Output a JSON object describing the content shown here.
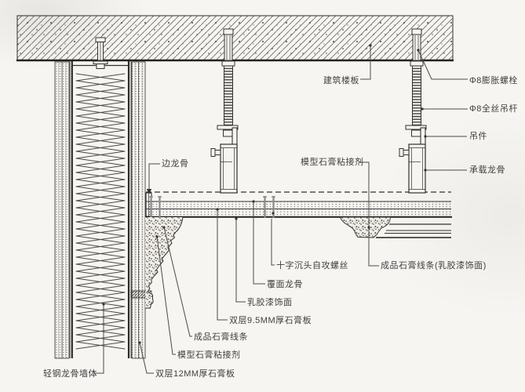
{
  "drawing_type": "ceiling-wall construction detail section",
  "labels": {
    "building_slab": "建筑楼板",
    "expansion_bolt": "Φ8膨胀螺栓",
    "threaded_rod": "Φ8全丝吊杆",
    "hanger": "吊件",
    "load_bearing_keel": "承载龙骨",
    "edge_keel": "边龙骨",
    "gypsum_adhesive": "模型石膏粘接剂",
    "self_tapping_screw": "十字沉头自攻螺丝",
    "finished_moulding_paint": "成品石膏线条(乳胶漆饰面)",
    "furring_keel": "覆面龙骨",
    "latex_paint": "乳胶漆饰面",
    "double_95_board": "双层9.5MM厚石膏板",
    "finished_moulding": "成品石膏线条",
    "steel_stud_wall": "轻钢龙骨墙体",
    "double_12_board": "双层12MM厚石膏板"
  },
  "colors": {
    "background": "#f6f5f2",
    "line": "#3c3c3c",
    "text": "#3f3f3f",
    "screw_gray": "#8a8a8a"
  }
}
